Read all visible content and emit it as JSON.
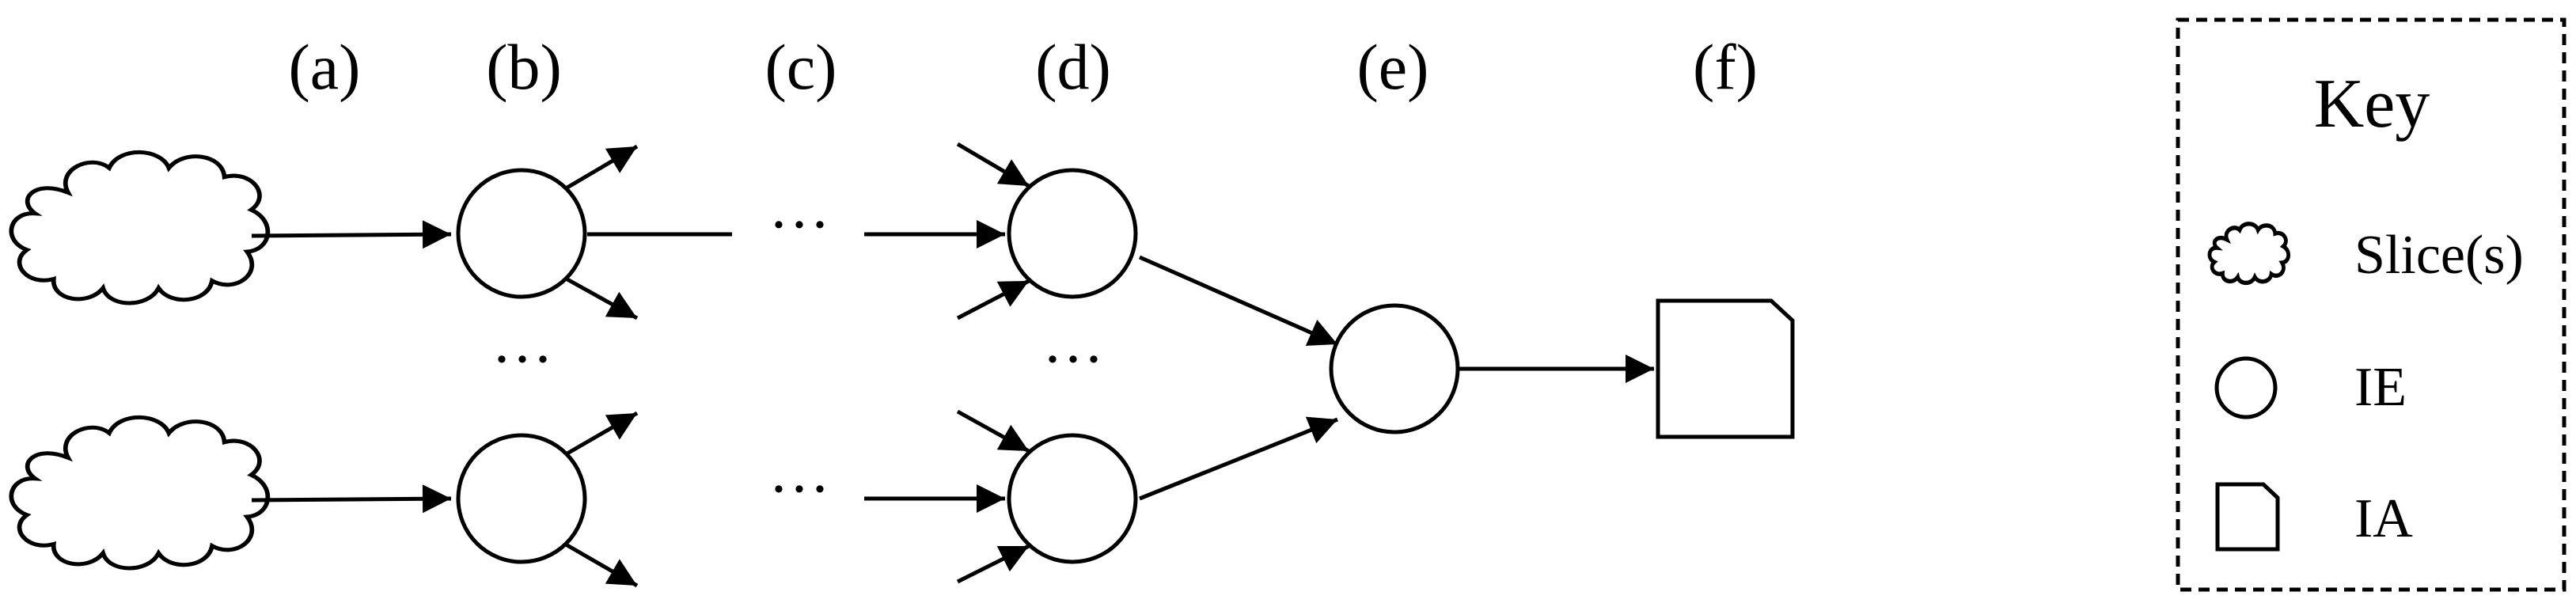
{
  "diagram": {
    "stage_labels": {
      "a": "(a)",
      "b": "(b)",
      "c": "(c)",
      "d": "(d)",
      "e": "(e)",
      "f": "(f)"
    },
    "ellipsis": "···",
    "key": {
      "title": "Key",
      "items": [
        {
          "symbol": "cloud-icon",
          "label": "Slice(s)"
        },
        {
          "symbol": "circle-icon",
          "label": "IE"
        },
        {
          "symbol": "document-icon",
          "label": "IA"
        }
      ]
    }
  }
}
